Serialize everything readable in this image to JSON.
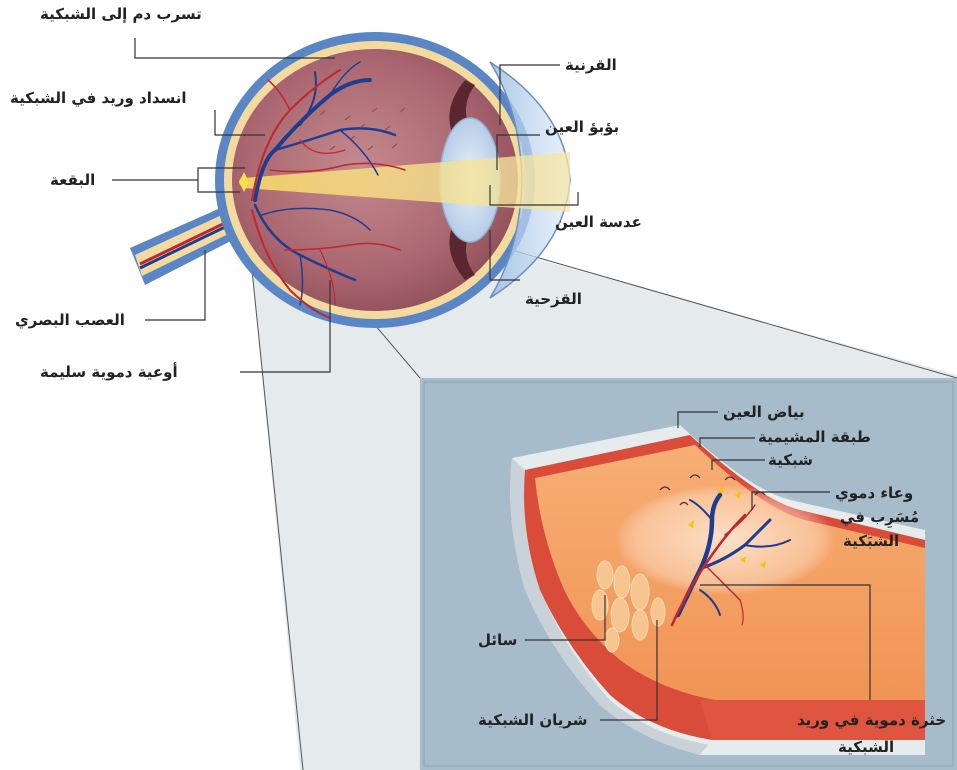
{
  "labels": {
    "retinal_leak": "تسرب دم إلى الشبكية",
    "cornea": "القرنية",
    "vein_occlusion": "انسداد وريد في الشبكية",
    "pupil": "بؤبؤ العين",
    "macula": "البقعة",
    "lens": "عدسة العين",
    "optic_nerve": "العصب البصري",
    "iris": "القزحية",
    "healthy_vessels": "أوعية دموية سليمة",
    "sclera": "بياض العين",
    "choroid": "طبقة المشيمية",
    "retina": "شبكية",
    "leaking_vessel_1": "وعاء دموي",
    "leaking_vessel_2": "مُسَرِب في",
    "leaking_vessel_3": "الشبَكية",
    "fluid": "سائل",
    "retinal_artery": "شريان الشبكية",
    "clot_1": "خثرة دموية في وريد",
    "clot_2": "الشبكية"
  },
  "colors": {
    "leader_line": "#333333",
    "sclera_blue": "#5b86c6",
    "eye_interior": "#a86b74",
    "vein_blue": "#1f3d8f",
    "artery_red": "#c1272d",
    "light_beam": "#f6e6a8",
    "inset_bg": "#a7bccb",
    "retina_orange": "#f4a066"
  }
}
